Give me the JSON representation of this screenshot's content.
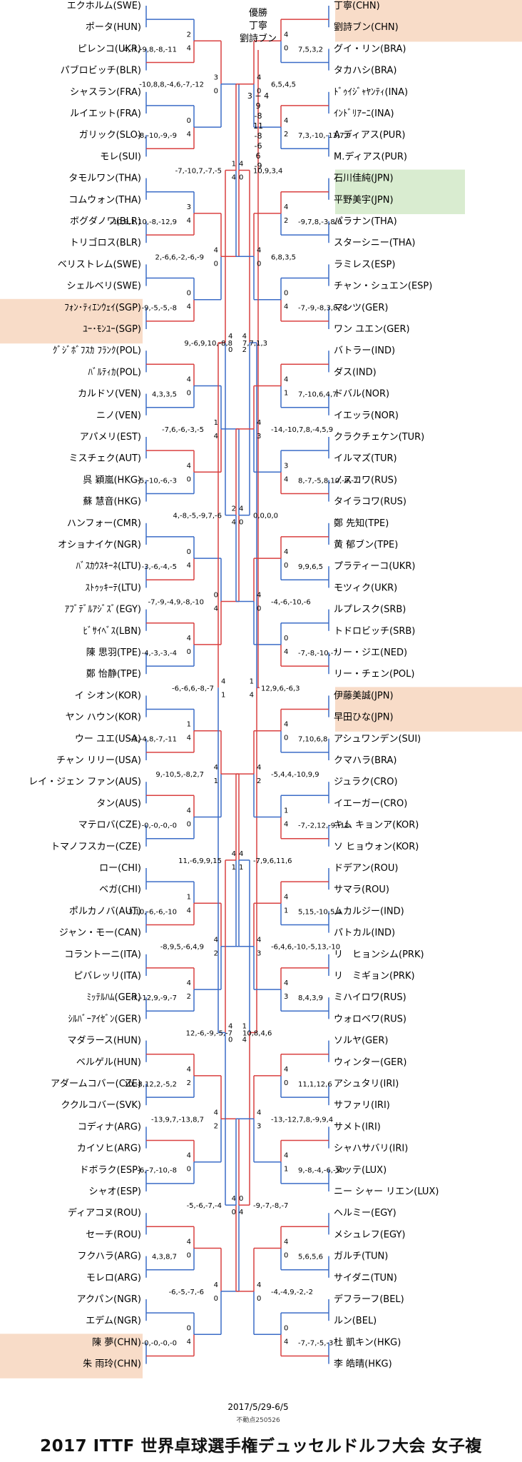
{
  "title": "2017 ITTF 世界卓球選手権デュッセルドルフ大会 女子複",
  "dates": "2017/5/29-6/5",
  "note": "不動点250526",
  "champion": {
    "label": "優勝",
    "names": [
      "丁寧",
      "劉詩ブン"
    ]
  },
  "final_score": [
    "3 − 4",
    "9",
    "-8",
    "11",
    "-8",
    "-6",
    "6",
    "-9"
  ],
  "colors": {
    "win": "#d94040",
    "loss": "#3b6cc7",
    "hl_chn": "#f8dcc8",
    "hl_jpn": "#d9ecd0"
  },
  "left": {
    "teams": [
      [
        "エクホルム(SWE)",
        "ポータ(HUN)"
      ],
      [
        "ピレンコ(UKR)",
        "パブロビッチ(BLR)"
      ],
      [
        "シャスラン(FRA)",
        "ルイエット(FRA)"
      ],
      [
        "ガリック(SLO)",
        "モレ(SUI)"
      ],
      [
        "タモルワン(THA)",
        "コムウォン(THA)"
      ],
      [
        "ボグダノワ(BLR)",
        "トリゴロス(BLR)"
      ],
      [
        "ベリストレム(SWE)",
        "シェルベリ(SWE)"
      ],
      [
        "ﾌｫﾝ･ﾃｨｴﾝｳｪｲ(SGP)",
        "ﾕｰ･ﾓﾝﾕｰ(SGP)"
      ],
      [
        "ｸﾞｼﾞﾎﾞﾌｽｶ ﾌﾗﾝｸ(POL)",
        "ﾊﾞﾙﾃｨｶ(POL)"
      ],
      [
        "カルドソ(VEN)",
        "ニノ(VEN)"
      ],
      [
        "アパメリ(EST)",
        "ミスチェク(AUT)"
      ],
      [
        "呉 穎嵐(HKG)",
        "蘇 慧音(HKG)"
      ],
      [
        "ハンフォー(CMR)",
        "オショナイケ(NGR)"
      ],
      [
        "ﾊﾞｽｶｳｽｷｰﾈ(LTU)",
        "ｽﾄｩｯｷｰﾃ(LTU)"
      ],
      [
        "ｱﾌﾞﾃﾞﾙｱｼﾞｽﾞ(EGY)",
        "ﾋﾞｻｲﾍﾞｽ(LBN)"
      ],
      [
        "陳 思羽(TPE)",
        "鄭 怡静(TPE)"
      ],
      [
        "イ シオン(KOR)",
        "ヤン ハウン(KOR)"
      ],
      [
        "ウー ユエ(USA)",
        "チャン リリー(USA)"
      ],
      [
        "レイ・ジェン ファン(AUS)",
        "タン(AUS)"
      ],
      [
        "マテロバ(CZE)",
        "トマノフスカー(CZE)"
      ],
      [
        "ロー(CHI)",
        "ベガ(CHI)"
      ],
      [
        "ポルカノバ(AUT)",
        "ジャン・モー(CAN)"
      ],
      [
        "コラントーニ(ITA)",
        "ピバレッリ(ITA)"
      ],
      [
        "ﾐｯﾃﾙﾊﾑ(GER)",
        "ｼﾙﾊﾞｰｱｲｾﾞﾝ(GER)"
      ],
      [
        "マダラース(HUN)",
        "ベルゲル(HUN)"
      ],
      [
        "アダームコバー(CZE)",
        "ククルコバー(SVK)"
      ],
      [
        "コディナ(ARG)",
        "カイソヒ(ARG)"
      ],
      [
        "ドボラク(ESP)",
        "シャオ(ESP)"
      ],
      [
        "ディアコヌ(ROU)",
        "セーチ(ROU)"
      ],
      [
        "フクハラ(ARG)",
        "モレロ(ARG)"
      ],
      [
        "アクパン(NGR)",
        "エデム(NGR)"
      ],
      [
        "陳 夢(CHN)",
        "朱 雨玲(CHN)"
      ]
    ],
    "r1": [
      {
        "s": [
          "2",
          "4"
        ],
        "score": "4,-7,-9,8,-8,-11"
      },
      {
        "s": [
          "0",
          "4"
        ],
        "score": "-8,-10,-9,-9"
      },
      {
        "s": [
          "3",
          "4"
        ],
        "score": "-10,9,1,10,-8,-12,9"
      },
      {
        "s": [
          "0",
          "4"
        ],
        "score": "-9,-5,-5,-8"
      },
      {
        "s": [
          "4",
          "0"
        ],
        "score": "4,3,3,5"
      },
      {
        "s": [
          "4",
          "0"
        ],
        "score": "-5,-10,-6,-3"
      },
      {
        "s": [
          "0",
          "4"
        ],
        "score": "-3,-6,-4,-5"
      },
      {
        "s": [
          "4",
          "0"
        ],
        "score": "-4,-3,-3,-4"
      },
      {
        "s": [
          "1",
          "4"
        ],
        "score": "-3,-4,8,-7,-11"
      },
      {
        "s": [
          "4",
          "0"
        ],
        "score": "-0,-0,-0,-0"
      },
      {
        "s": [
          "1",
          "4"
        ],
        "score": "-3,10,-6,-6,-10"
      },
      {
        "s": [
          "4",
          "2"
        ],
        "score": "-7,-12,9,-9,-7"
      },
      {
        "s": [
          "4",
          "2"
        ],
        "score": "10,-8,12,2,-5,2"
      },
      {
        "s": [
          "4",
          "0"
        ],
        "score": "-6,-7,-10,-8"
      },
      {
        "s": [
          "4",
          "0"
        ],
        "score": "4,3,8,7"
      },
      {
        "s": [
          "0",
          "4"
        ],
        "score": "-0,-0,-0,-0"
      }
    ],
    "r2": [
      {
        "s": [
          "3",
          "0"
        ],
        "score": "-10,8,8,-4,6,-7,-12"
      },
      {
        "s": [
          "4",
          "0"
        ],
        "score": "2,-6,6,-2,-6,-9"
      },
      {
        "s": [
          "1",
          "4"
        ],
        "score": "-7,6,-6,-3,-5"
      },
      {
        "s": [
          "0",
          "4"
        ],
        "score": "-7,-9,-4,9,-8,-10"
      },
      {
        "s": [
          "4",
          "1"
        ],
        "score": "9,-10,5,-8,2,7"
      },
      {
        "s": [
          "4",
          "2"
        ],
        "score": "-8,9,5,-6,4,9"
      },
      {
        "s": [
          "4",
          "2"
        ],
        "score": "-13,9,7,-13,8,7"
      },
      {
        "s": [
          "4",
          "0"
        ],
        "score": "-6,-5,-7,-6"
      }
    ],
    "r3": [
      {
        "s": [
          "1",
          "4"
        ],
        "score": "-7,-10,7,-7,-5"
      },
      {
        "s": [
          "2",
          "4"
        ],
        "score": "4,-8,-5,-9,7,-6"
      },
      {
        "s": [
          "4",
          "1"
        ],
        "score": "11,-6,9,9,15"
      },
      {
        "s": [
          "4",
          "0"
        ],
        "score": "-5,-6,-7,-4"
      }
    ],
    "r4": [
      {
        "s": [
          "4",
          "2"
        ],
        "score": "9,-6,9,10,-8,8"
      },
      {
        "s": [
          "1",
          "4"
        ],
        "score": "12,-6,-9,-5,-7"
      }
    ],
    "semi": {
      "s": [
        "1",
        "4"
      ],
      "score": "-6,-6,6,-8,-7"
    }
  },
  "right": {
    "teams": [
      [
        "丁寧(CHN)",
        "劉詩ブン(CHN)"
      ],
      [
        "グイ・リン(BRA)",
        "タカハシ(BRA)"
      ],
      [
        "ﾄﾞｩｲｼﾞｬﾔﾝﾃｨ(INA)",
        "ｲﾝﾄﾞﾘｱｰﾆ(INA)"
      ],
      [
        "A.ディアス(PUR)",
        "M.ディアス(PUR)"
      ],
      [
        "石川佳純(JPN)",
        "平野美宇(JPN)"
      ],
      [
        "パラナン(THA)",
        "スターシニー(THA)"
      ],
      [
        "ラミレス(ESP)",
        "チャン・シュエン(ESP)"
      ],
      [
        "マンツ(GER)",
        "ワン ユエン(GER)"
      ],
      [
        "バトラー(IND)",
        "ダス(IND)"
      ],
      [
        "ドバル(NOR)",
        "イエッラ(NOR)"
      ],
      [
        "クラクチェケン(TUR)",
        "イルマズ(TUR)"
      ],
      [
        "ノスコワ(RUS)",
        "タイラコワ(RUS)"
      ],
      [
        "鄭 先知(TPE)",
        "黄 郁ブン(TPE)"
      ],
      [
        "プラティーコ(UKR)",
        "モツィク(UKR)"
      ],
      [
        "ルプレスク(SRB)",
        "トドロビッチ(SRB)"
      ],
      [
        "リー・ジエ(NED)",
        "リー・チェン(POL)"
      ],
      [
        "伊藤美誠(JPN)",
        "早田ひな(JPN)"
      ],
      [
        "アシュワンデン(SUI)",
        "クマハラ(BRA)"
      ],
      [
        "ジュラク(CRO)",
        "イエーガー(CRO)"
      ],
      [
        "キム キョンア(KOR)",
        "ソ ヒョウォン(KOR)"
      ],
      [
        "ドデアン(ROU)",
        "サマラ(ROU)"
      ],
      [
        "ムカルジー(IND)",
        "パトカル(IND)"
      ],
      [
        "リ　ヒョンシム(PRK)",
        "リ　ミギョン(PRK)"
      ],
      [
        "ミハイロワ(RUS)",
        "ウォロベワ(RUS)"
      ],
      [
        "ソルヤ(GER)",
        "ウィンター(GER)"
      ],
      [
        "アシュタリ(IRI)",
        "サファリ(IRI)"
      ],
      [
        "サメト(IRI)",
        "シャハサバリ(IRI)"
      ],
      [
        "ヌッテ(LUX)",
        "ニー シャー リエン(LUX)"
      ],
      [
        "ヘルミー(EGY)",
        "メシュレフ(EGY)"
      ],
      [
        "ガルチ(TUN)",
        "サイダニ(TUN)"
      ],
      [
        "デフラーフ(BEL)",
        "ルン(BEL)"
      ],
      [
        "杜 凱キン(HKG)",
        "李 皓晴(HKG)"
      ]
    ],
    "r1": [
      {
        "s": [
          "4",
          "0"
        ],
        "score": "7,5,3,2"
      },
      {
        "s": [
          "4",
          "2"
        ],
        "score": "7,3,-10,-13,7,9"
      },
      {
        "s": [
          "4",
          "2"
        ],
        "score": "-9,7,8,-3,8,6"
      },
      {
        "s": [
          "0",
          "4"
        ],
        "score": "-7,-9,-8,3,8,-8"
      },
      {
        "s": [
          "4",
          "1"
        ],
        "score": "7,-10,6,4,7"
      },
      {
        "s": [
          "3",
          "4"
        ],
        "score": "8,-7,-5,8,10,-8,-7"
      },
      {
        "s": [
          "4",
          "0"
        ],
        "score": "9,9,6,5"
      },
      {
        "s": [
          "0",
          "4"
        ],
        "score": "-7,-8,-10,-7"
      },
      {
        "s": [
          "4",
          "0"
        ],
        "score": "7,10,6,8"
      },
      {
        "s": [
          "1",
          "4"
        ],
        "score": "-7,-2,12,-9,-12"
      },
      {
        "s": [
          "4",
          "1"
        ],
        "score": "5,15,-10,5,4"
      },
      {
        "s": [
          "4",
          "3"
        ],
        "score": "8,4,3,9"
      },
      {
        "s": [
          "4",
          "0"
        ],
        "score": "11,1,12,6"
      },
      {
        "s": [
          "4",
          "1"
        ],
        "score": "9,-8,-4,-6,-10"
      },
      {
        "s": [
          "4",
          "0"
        ],
        "score": "5,6,5,6"
      },
      {
        "s": [
          "0",
          "4"
        ],
        "score": "-7,-7,-5,-3"
      }
    ],
    "r2": [
      {
        "s": [
          "4",
          "0"
        ],
        "score": "6,5,4,5"
      },
      {
        "s": [
          "4",
          "0"
        ],
        "score": "6,8,3,5"
      },
      {
        "s": [
          "4",
          "3"
        ],
        "score": "-14,-10,7,8,-4,5,9"
      },
      {
        "s": [
          "4",
          "0"
        ],
        "score": "-4,-6,-10,-6"
      },
      {
        "s": [
          "4",
          "2"
        ],
        "score": "-5,4,4,-10,9,9"
      },
      {
        "s": [
          "4",
          "3"
        ],
        "score": "-6,4,6,-10,-5,13,-10"
      },
      {
        "s": [
          "4",
          "3"
        ],
        "score": "-13,-12,7,8,-9,9,4"
      },
      {
        "s": [
          "4",
          "0"
        ],
        "score": "-4,-4,9,-2,-2"
      }
    ],
    "r3": [
      {
        "s": [
          "4",
          "0"
        ],
        "score": "10,9,3,4"
      },
      {
        "s": [
          "4",
          "0"
        ],
        "score": "0,0,0,0"
      },
      {
        "s": [
          "4",
          "1"
        ],
        "score": "-7,9,6,11,6"
      },
      {
        "s": [
          "0",
          "4"
        ],
        "score": "-9,-7,-8,-7"
      }
    ],
    "r4": [
      {
        "s": [
          "4",
          "0"
        ],
        "score": "7,7,1,3"
      },
      {
        "s": [
          "4",
          "0"
        ],
        "score": "10,8,4,6"
      }
    ],
    "semi": {
      "s": [
        "4",
        "1"
      ],
      "score": "12,9,6,-6,3"
    }
  }
}
